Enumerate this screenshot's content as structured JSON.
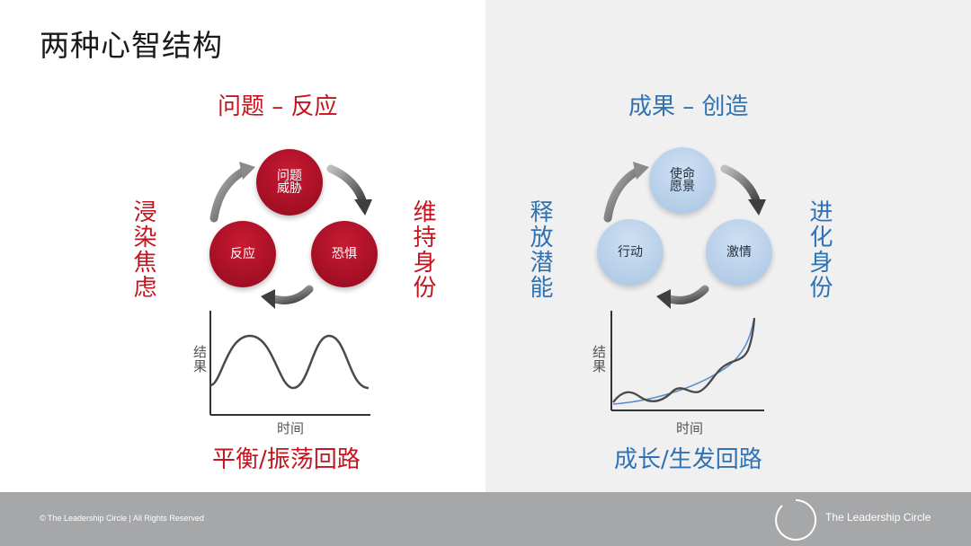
{
  "title": "两种心智结构",
  "reactive": {
    "heading": "问题 – 反应",
    "left_label": "浸染焦虑",
    "right_label": "维持身份",
    "bottom_label": "平衡/振荡回路",
    "nodes": {
      "top": "问题\n威胁",
      "right": "恐惧",
      "left": "反应"
    },
    "graph": {
      "y_label": "结果",
      "x_label": "时间"
    },
    "colors": {
      "accent": "#c4141f",
      "node": "#a30f24",
      "arrow": "#5a5a5a"
    }
  },
  "creative": {
    "heading": "成果 – 创造",
    "left_label": "释放潜能",
    "right_label": "进化身份",
    "bottom_label": "成长/生发回路",
    "nodes": {
      "top": "使命\n愿景",
      "right": "激情",
      "left": "行动"
    },
    "graph": {
      "y_label": "结果",
      "x_label": "时间"
    },
    "colors": {
      "accent": "#2f73b4",
      "node": "#b4cde8",
      "arrow": "#5a5a5a"
    }
  },
  "footer": {
    "copyright": "© The Leadership Circle | All Rights Reserved",
    "brand": "The Leadership Circle"
  }
}
